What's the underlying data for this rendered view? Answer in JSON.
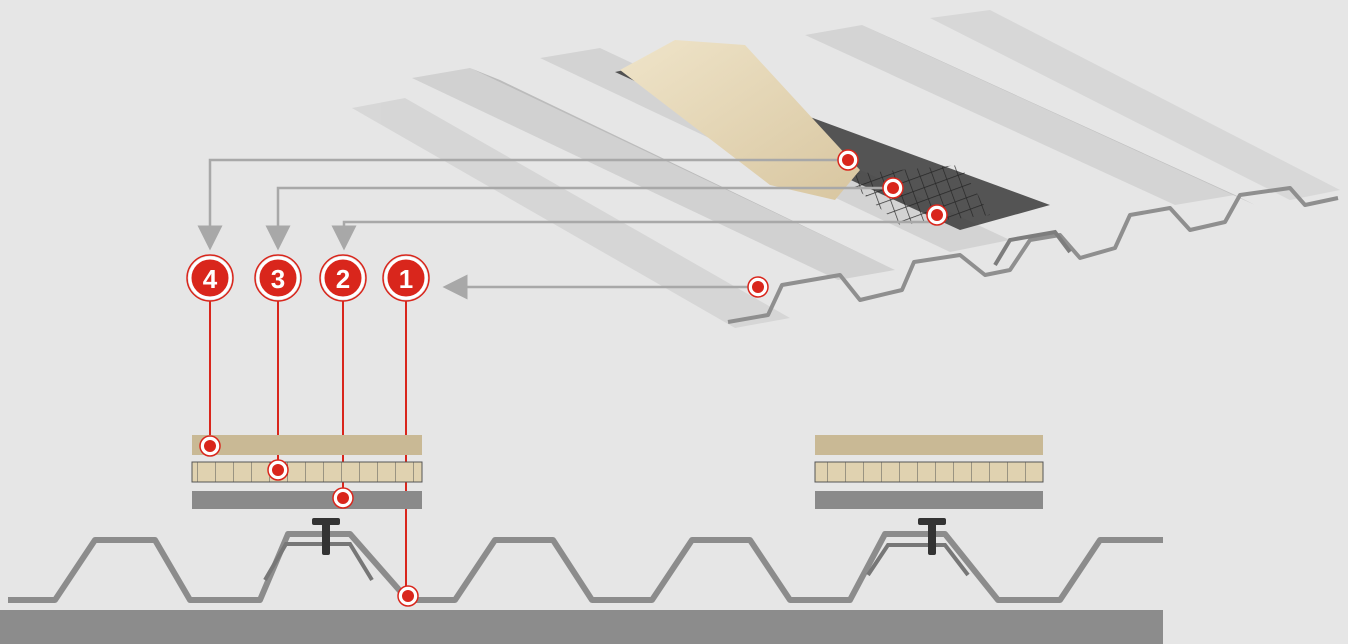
{
  "badges": [
    {
      "label": "4",
      "layer": "top-coating"
    },
    {
      "label": "3",
      "layer": "reinforcing-mesh"
    },
    {
      "label": "2",
      "layer": "primer-layer"
    },
    {
      "label": "1",
      "layer": "metal-roof-sheet"
    }
  ],
  "colors": {
    "background": "#e6e6e6",
    "accent_red": "#d9261c",
    "sheet_gray": "#8c8c8c",
    "leader_line": "#a8a8a8",
    "coating_beige": "#c9b995",
    "mesh_beige": "#e0d2b0",
    "primer_gray": "#8a8a8a"
  }
}
